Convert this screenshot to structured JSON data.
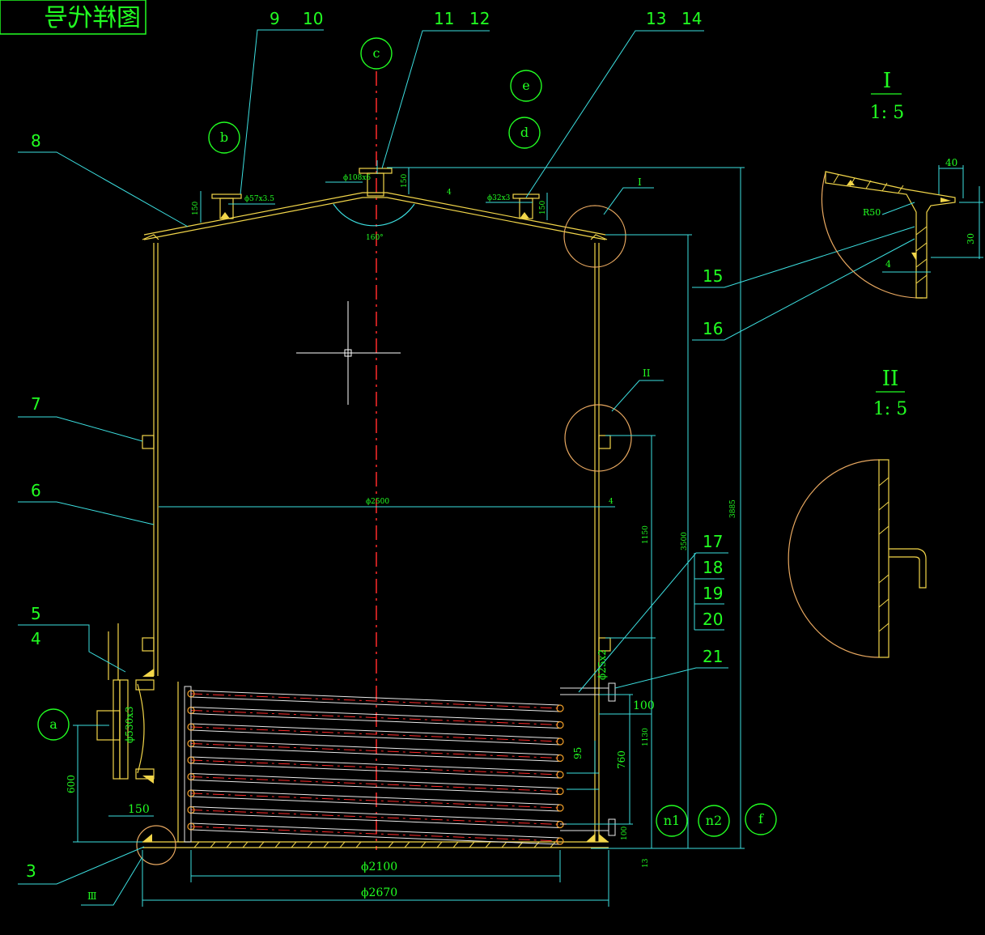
{
  "title_box": {
    "text": "图样代号",
    "mirrored": true
  },
  "part_numbers": [
    "3",
    "4",
    "5",
    "6",
    "7",
    "8",
    "9",
    "10",
    "11",
    "12",
    "13",
    "14",
    "15",
    "16",
    "17",
    "18",
    "19",
    "20",
    "21"
  ],
  "circle_labels": [
    "a",
    "b",
    "c",
    "d",
    "e",
    "f",
    "n1",
    "n2"
  ],
  "detail_labels": [
    "I",
    "II",
    "Ⅲ"
  ],
  "details": {
    "d1": {
      "roman": "I",
      "scale": "1: 5",
      "dims": [
        "40",
        "R50",
        "30",
        "4"
      ]
    },
    "d2": {
      "roman": "II",
      "scale": "1: 5"
    }
  },
  "dimensions": {
    "d_shell": "ϕ2500",
    "d_coil": "ϕ2100",
    "d_base": "ϕ2670",
    "h_total": "3885",
    "h_shell": "3500",
    "h_upper": "1150",
    "h_coil": "1130",
    "h_760": "760",
    "h_100": "100",
    "h_95": "95",
    "h_13": "13",
    "h_100b": "100",
    "h_600": "600",
    "w_150": "150",
    "h_150a": "150",
    "h_150b": "150",
    "h_150c": "150",
    "nozzle_b": "ϕ57x3.5",
    "nozzle_c": "ϕ108x6",
    "nozzle_d": "ϕ32x3",
    "nozzle_coil": "ϕ25x2",
    "manhole": "ϕ530x3",
    "angle": "160°",
    "wall": "4",
    "slope": "4"
  },
  "colors": {
    "background": "#000000",
    "leader": "#3cdfe0",
    "text": "#22ff22",
    "vessel": "#f2d64a",
    "coil": "#e8e8e8",
    "centerline": "#ff2a2a",
    "detail_circle": "#e8a860",
    "crosshair": "#ffffff"
  }
}
